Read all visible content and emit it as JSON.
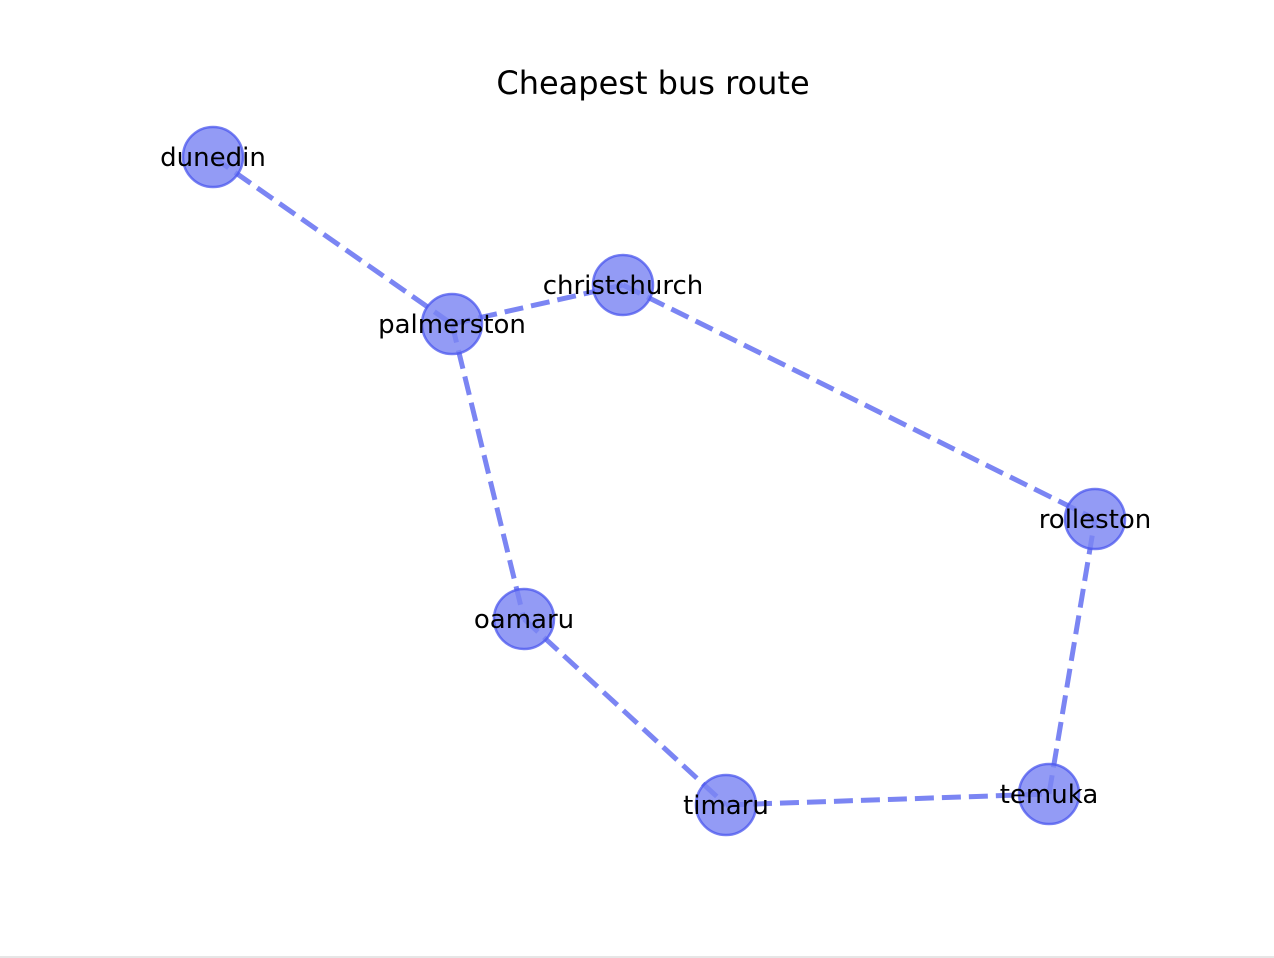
{
  "diagram": {
    "title": "Cheapest bus route",
    "colors": {
      "node_fill": "#7b85f3",
      "node_stroke": "#4956ee",
      "edge": "#7b85f3",
      "text": "#000000",
      "background": "#ffffff"
    },
    "nodes": [
      {
        "id": "dunedin",
        "label": "dunedin"
      },
      {
        "id": "palmerston",
        "label": "palmerston"
      },
      {
        "id": "christchurch",
        "label": "christchurch"
      },
      {
        "id": "rolleston",
        "label": "rolleston"
      },
      {
        "id": "oamaru",
        "label": "oamaru"
      },
      {
        "id": "timaru",
        "label": "timaru"
      },
      {
        "id": "temuka",
        "label": "temuka"
      }
    ],
    "edges": [
      {
        "from": "dunedin",
        "to": "palmerston"
      },
      {
        "from": "palmerston",
        "to": "christchurch"
      },
      {
        "from": "christchurch",
        "to": "rolleston"
      },
      {
        "from": "palmerston",
        "to": "oamaru"
      },
      {
        "from": "oamaru",
        "to": "timaru"
      },
      {
        "from": "timaru",
        "to": "temuka"
      },
      {
        "from": "temuka",
        "to": "rolleston"
      }
    ]
  }
}
